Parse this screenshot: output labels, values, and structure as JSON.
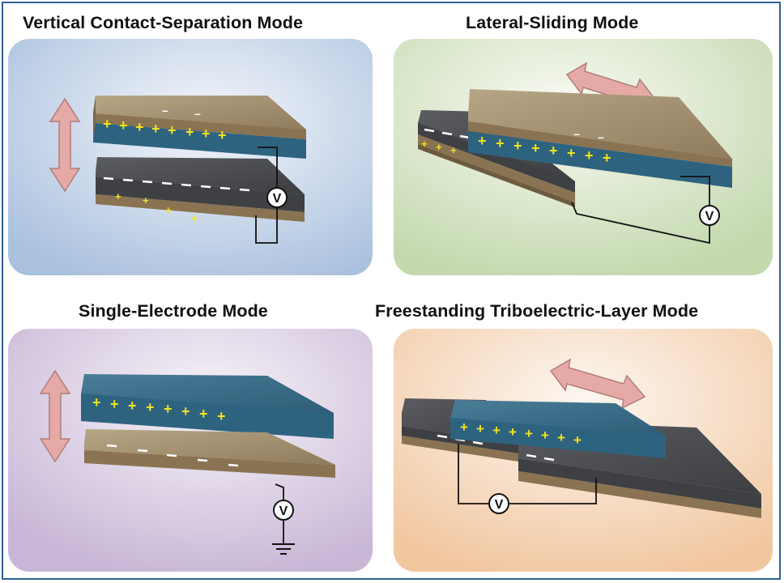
{
  "panels": {
    "vertical": {
      "title": "Vertical Contact-Separation Mode",
      "plus": "+",
      "minus": "–",
      "meter": "V",
      "bg": "#c8d6ea"
    },
    "lateral": {
      "title": "Lateral-Sliding Mode",
      "plus": "+",
      "minus": "–",
      "meter": "V",
      "bg": "#dde8cf"
    },
    "single": {
      "title": "Single-Electrode Mode",
      "plus": "+",
      "minus": "–",
      "meter": "V",
      "bg": "#ddd3e6"
    },
    "freestanding": {
      "title": "Freestanding Triboelectric-Layer Mode",
      "plus": "+",
      "minus": "–",
      "meter": "V",
      "bg": "#f6dcc4"
    }
  },
  "colors": {
    "frame": "#2f5f97",
    "metal": "#a08c6c",
    "metal_side": "#8a7352",
    "dielectric_top": "#3c6b86",
    "dielectric_side": "#2b5a74",
    "dark_layer": "#4a4c4f",
    "arrow": "#e3a8a4",
    "plus": "#f2e21f",
    "minus": "#ffffff",
    "wire": "#111111"
  },
  "icons": [
    "double-arrow-icon",
    "voltmeter-icon",
    "ground-icon"
  ]
}
